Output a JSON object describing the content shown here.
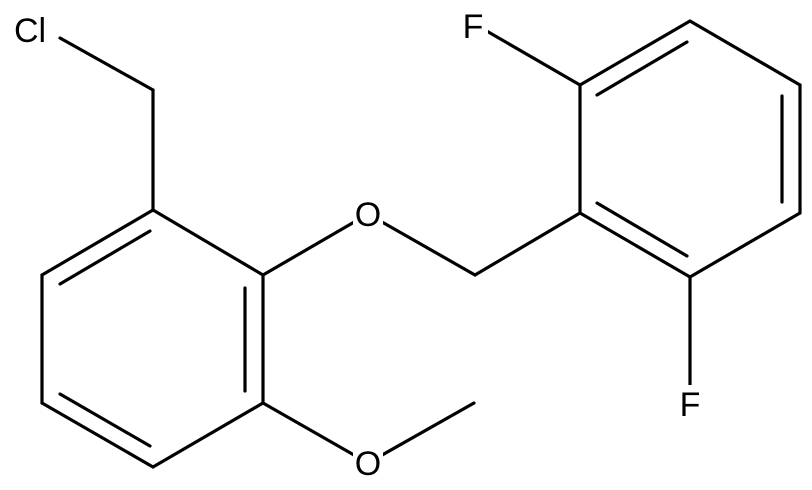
{
  "molecule": {
    "atoms": {
      "cl": "Cl",
      "o_ether": "O",
      "o_methoxy": "O",
      "f_top": "F",
      "f_bottom": "F"
    }
  }
}
